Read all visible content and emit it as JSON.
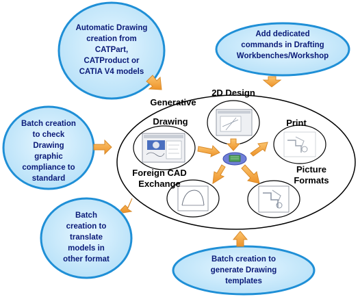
{
  "bubbles": {
    "automatic": "Automatic Drawing\ncreation from\nCATPart,\nCATProduct or\nCATIA V4 models",
    "dedicated": "Add dedicated\ncommands in Drafting\nWorkbenches/Workshop",
    "compliance": "Batch creation\nto check\nDrawing\ngraphic\ncompliance to\nstandard",
    "translate": "Batch\ncreation to\ntranslate\nmodels in\nother format",
    "templates": "Batch creation to\ngenerate Drawing\ntemplates"
  },
  "hub": {
    "design2d": "2D Design",
    "generative": "Generative",
    "drawing": "Drawing",
    "foreign": "Foreign CAD\nExchange",
    "print": "Print",
    "picture": "Picture\nFormats"
  },
  "colors": {
    "bubble_fill": "#c3e8fb",
    "bubble_stroke": "#1f8fd6",
    "arrow": "#f5a33c",
    "arrow_stroke": "#d88a2a",
    "bubble_text": "#0a1a78"
  }
}
